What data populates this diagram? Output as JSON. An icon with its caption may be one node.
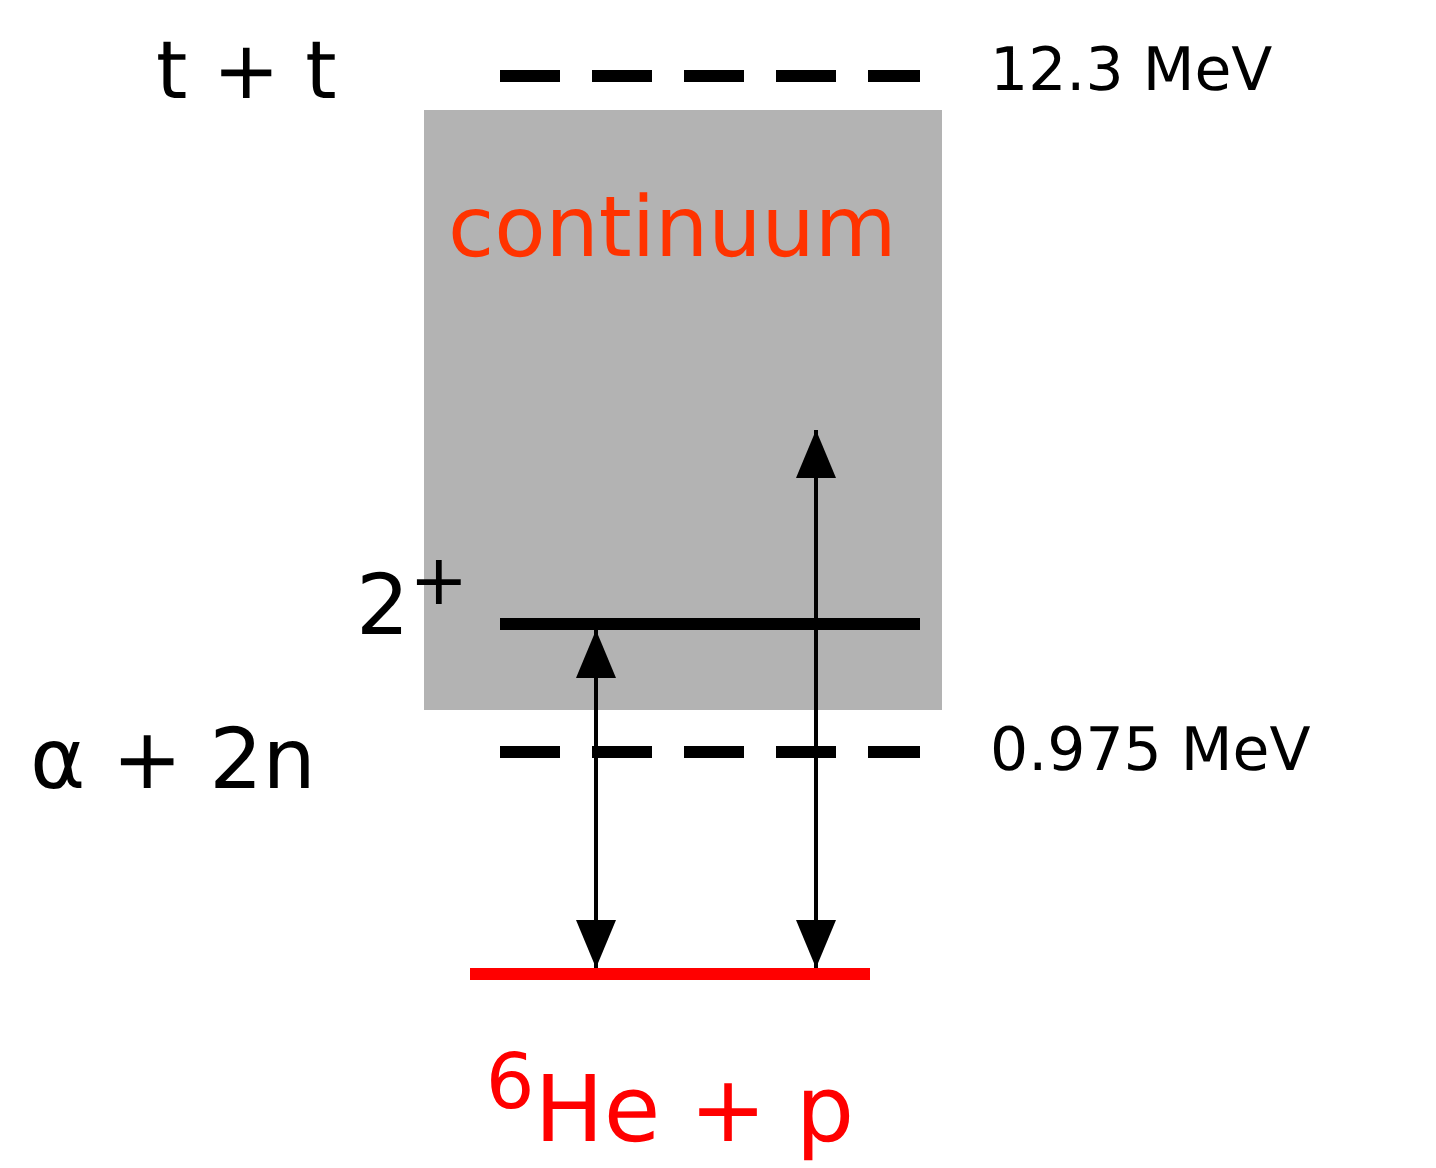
{
  "diagram": {
    "nodes": [
      {
        "text": [
          "continuum"
        ]
      },
      {
        "text": [],
        "shape": "bar",
        "in": 0,
        "beside": [
          "2$^{+}$"
        ]
      },
      {
        "text": [
          "$^{6}$He + p"
        ]
      }
    ],
    "edges": [
      {
        "from": 2,
        "to": 1,
        "arrow": "both"
      },
      {
        "from": 2,
        "to": 0,
        "arrow": "both"
      }
    ],
    "labels": [
      "t + t",
      "12.3 MeV",
      "α + 2n",
      "0.975 MeV"
    ]
  }
}
